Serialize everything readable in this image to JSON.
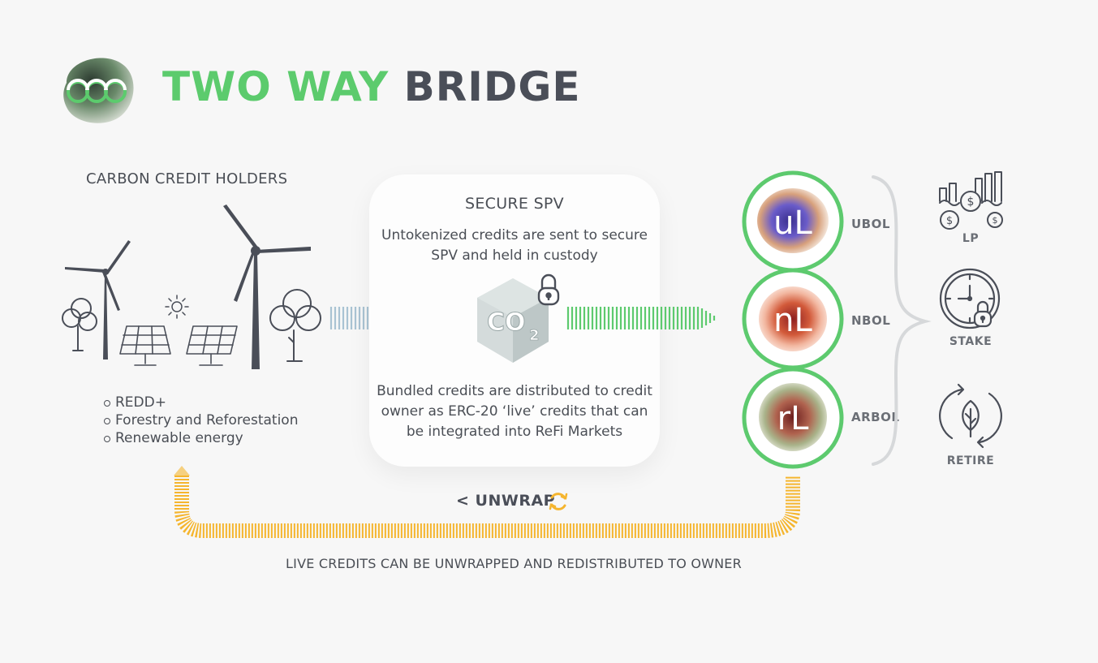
{
  "header": {
    "title_part1": "TWO WAY",
    "title_part2": "BRIDGE"
  },
  "holders": {
    "title": "CARBON CREDIT HOLDERS",
    "items": [
      "REDD+",
      "Forestry and Reforestation",
      "Renewable energy"
    ]
  },
  "spv": {
    "title": "SECURE SPV",
    "description_top": "Untokenized credits are sent to secure SPV and held in custody",
    "description_bottom": "Bundled credits are distributed to credit owner as ERC-20 ‘live’ credits that can be integrated into ReFi Markets",
    "badge_text": "CO",
    "badge_sub": "2"
  },
  "tokens": [
    {
      "glyph": "uL",
      "label": "UBOL"
    },
    {
      "glyph": "nL",
      "label": "NBOL"
    },
    {
      "glyph": "rL",
      "label": "ARBOL"
    }
  ],
  "actions": [
    {
      "label": "LP",
      "icon": "liquidity-pool-icon"
    },
    {
      "label": "STAKE",
      "icon": "stake-clock-lock-icon"
    },
    {
      "label": "RETIRE",
      "icon": "retire-leaf-cycle-icon"
    }
  ],
  "unwrap": {
    "prefix": "<",
    "label": "UNWRAP",
    "icon": "refresh-cycle-icon"
  },
  "footer": "LIVE CREDITS CAN BE UNWRAPPED AND REDISTRIBUTED TO OWNER",
  "colors": {
    "green": "#5ccb6d",
    "dark": "#4a4e58",
    "blue_arrow": "#a9c3d3",
    "orange": "#f5b52e",
    "token_ring": "#5dca6e"
  }
}
